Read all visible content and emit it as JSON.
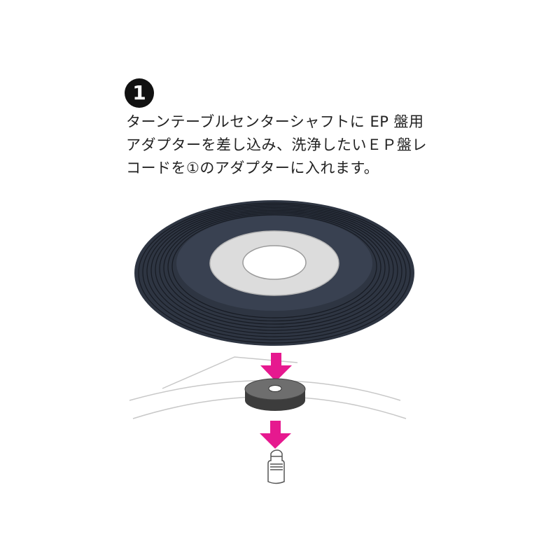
{
  "step": {
    "number": "1",
    "lines": [
      "ターンテーブルセンターシャフトに EP 盤用",
      "アダプターを差し込み、洗浄したいＥＰ盤レ",
      "コードを①のアダプターに入れます。"
    ]
  },
  "colors": {
    "record": "#2e3542",
    "groove": "#171b23",
    "label": "#dcdcdc",
    "adapter": "#6e6e6e",
    "arrow": "#e6198f",
    "outline": "#c8c8c8"
  },
  "icons": {
    "arrow": "down-arrow-icon",
    "shaft": "center-shaft-icon"
  }
}
